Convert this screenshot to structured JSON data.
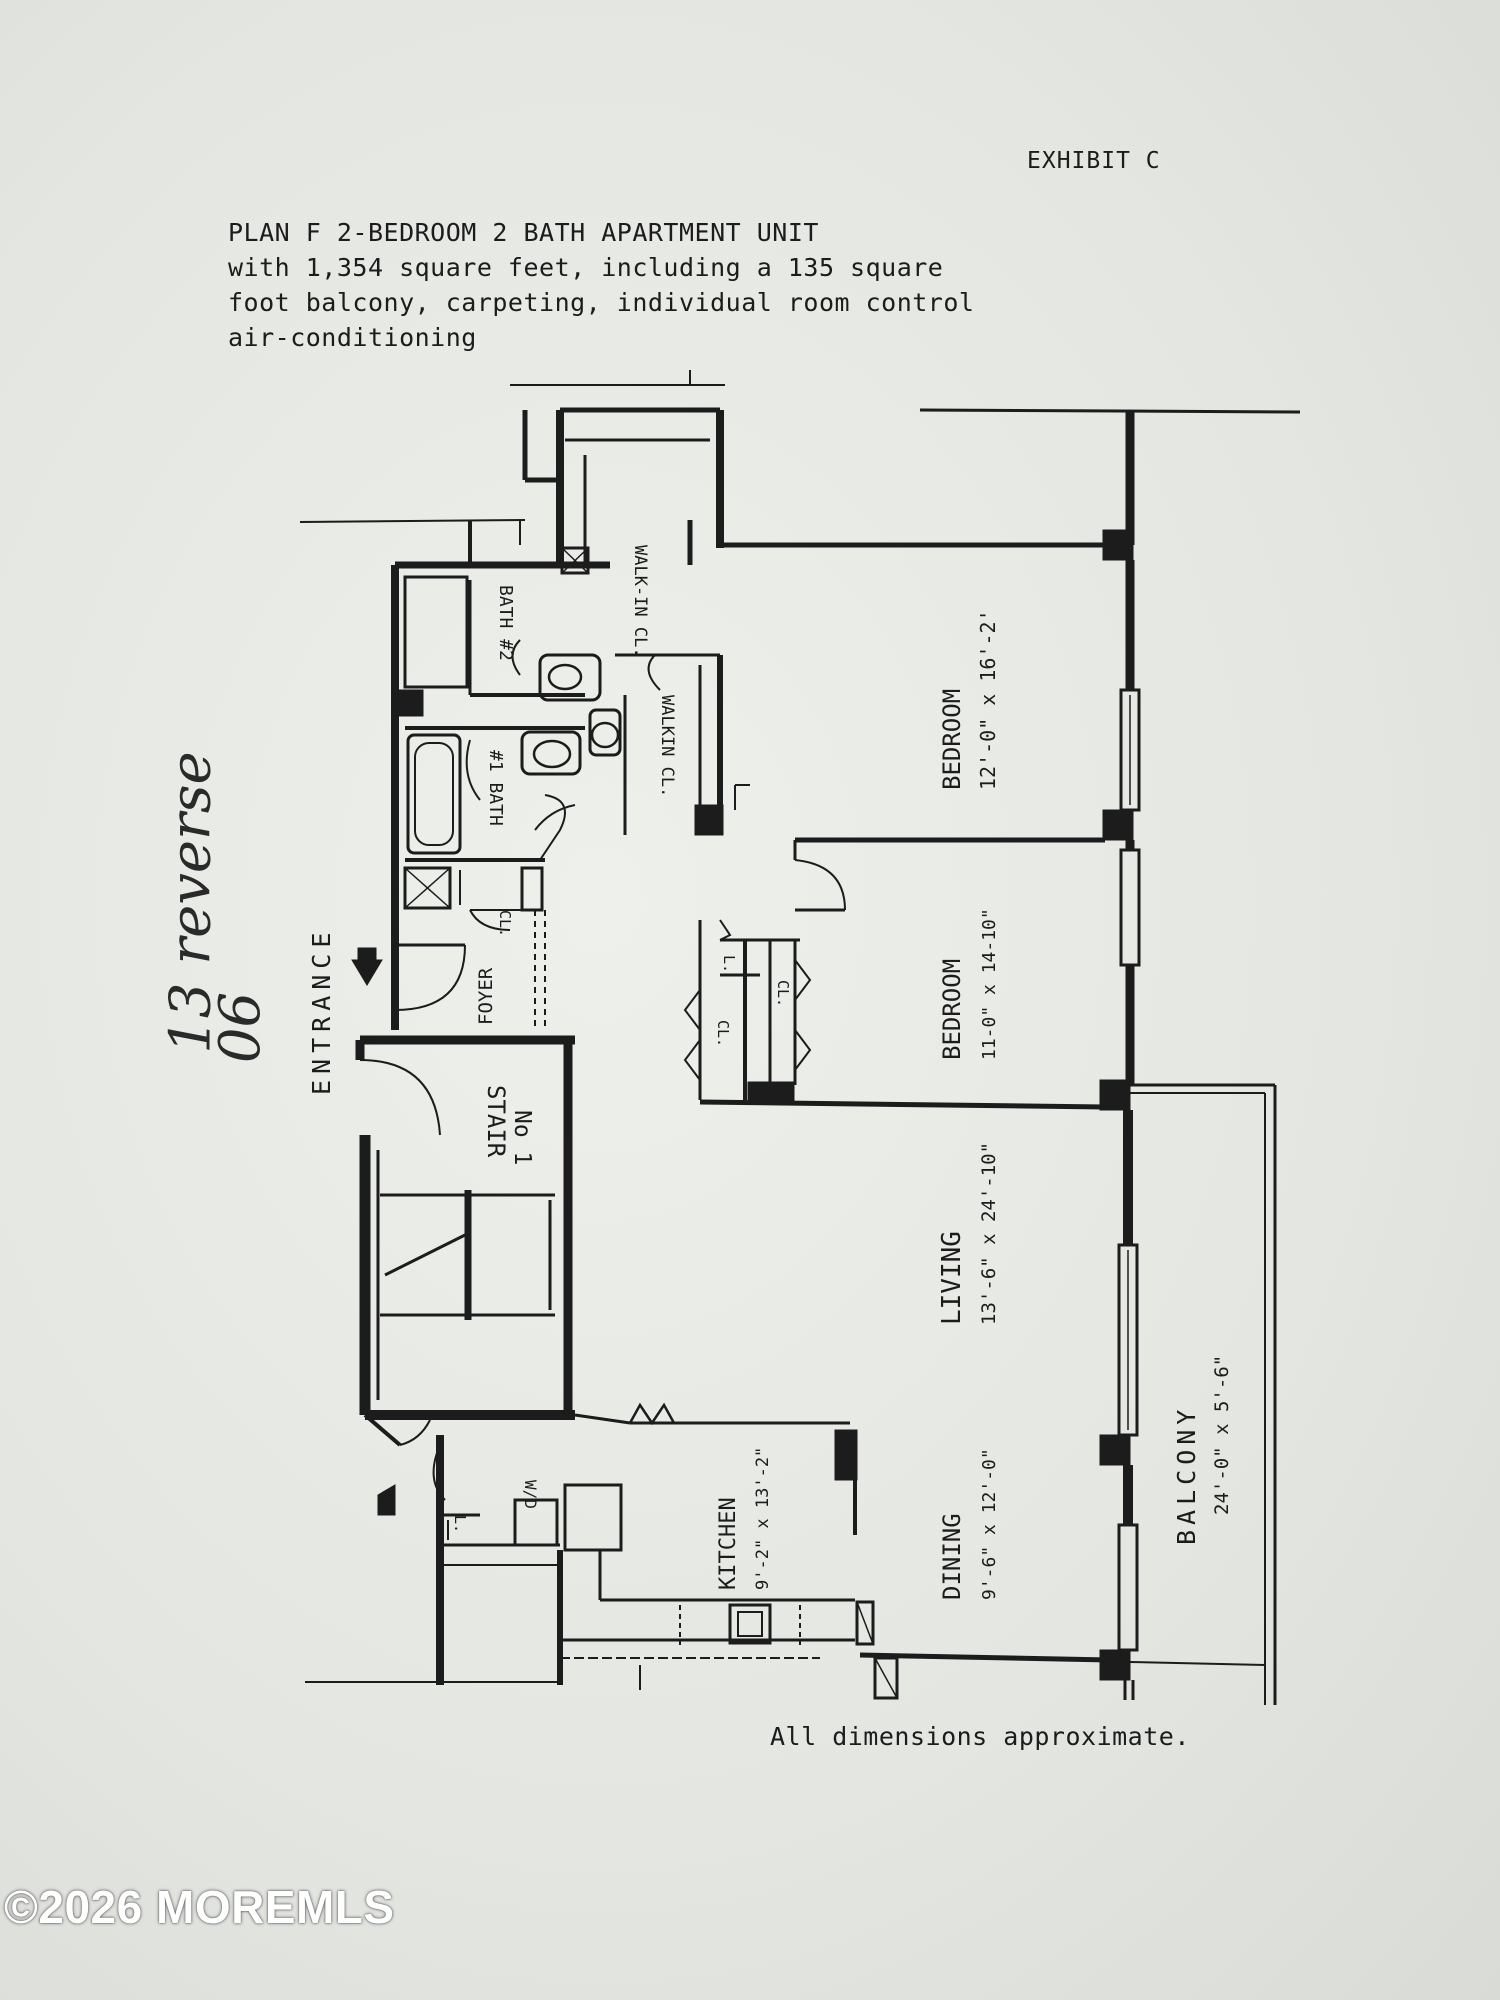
{
  "exhibit": "EXHIBIT C",
  "header": {
    "line1": "PLAN F 2-BEDROOM 2 BATH APARTMENT UNIT",
    "line2": "with 1,354 square feet, including a 135 square",
    "line3": "foot balcony, carpeting, individual room control",
    "line4": "air-conditioning"
  },
  "handwritten": {
    "line1": "13 reverse",
    "line2": "06"
  },
  "rooms": {
    "walk_in_cl_top": "WALK-IN CL.",
    "bath2": "BATH #2",
    "walk_in_cl_mid": "WALKIN CL.",
    "bath1": "#1 BATH",
    "bedroom1_name": "BEDROOM",
    "bedroom1_dim": "12'-0\" x 16'-2'",
    "bedroom2_name": "BEDROOM",
    "bedroom2_dim": "11-0\" x 14-10\"",
    "foyer": "FOYER",
    "cl_foyer": "CL.",
    "entrance": "ENTRANCE",
    "stair_name": "STAIR",
    "stair_no": "No 1",
    "cl_left": "CL.",
    "cl_right": "CL.",
    "l_closet": "L.",
    "living_name": "LIVING",
    "living_dim": "13'-6\" x 24'-10\"",
    "dining_name": "DINING",
    "dining_dim": "9'-6\" x 12'-0\"",
    "kitchen_name": "KITCHEN",
    "kitchen_dim": "9'-2\" x 13'-2\"",
    "wd": "W/D",
    "l_kitchen": "L.",
    "balcony_name": "BALCONY",
    "balcony_dim": "24'-0\" x 5'-6\""
  },
  "footnote": "All dimensions approximate.",
  "watermark": "©2026 MOREMLS"
}
